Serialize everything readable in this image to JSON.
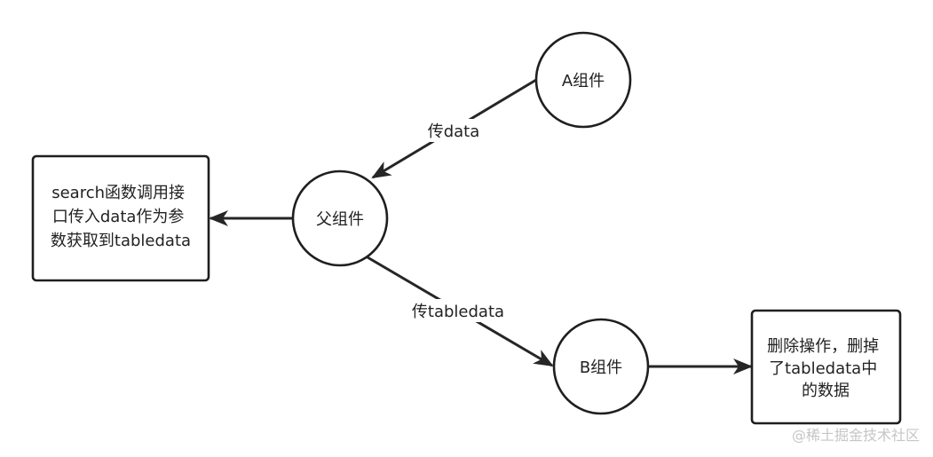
{
  "nodes": {
    "a_component": {
      "label": "A组件"
    },
    "parent_component": {
      "label": "父组件"
    },
    "b_component": {
      "label": "B组件"
    },
    "search_box": {
      "lines": [
        "search函数调用接",
        "口传入data作为参",
        "数获取到tabledata"
      ]
    },
    "delete_box": {
      "lines": [
        "删除操作，删掉",
        "了tabledata中",
        "的数据"
      ]
    }
  },
  "edges": {
    "a_to_parent": {
      "label": "传data"
    },
    "parent_to_b": {
      "label": "传tabledata"
    },
    "parent_to_search": {
      "label": ""
    },
    "b_to_delete": {
      "label": ""
    }
  },
  "watermark": "@稀土掘金技术社区",
  "colors": {
    "stroke": "#1f1f1f",
    "text": "#222222",
    "watermark": "#c6c6c6",
    "background": "#ffffff"
  }
}
